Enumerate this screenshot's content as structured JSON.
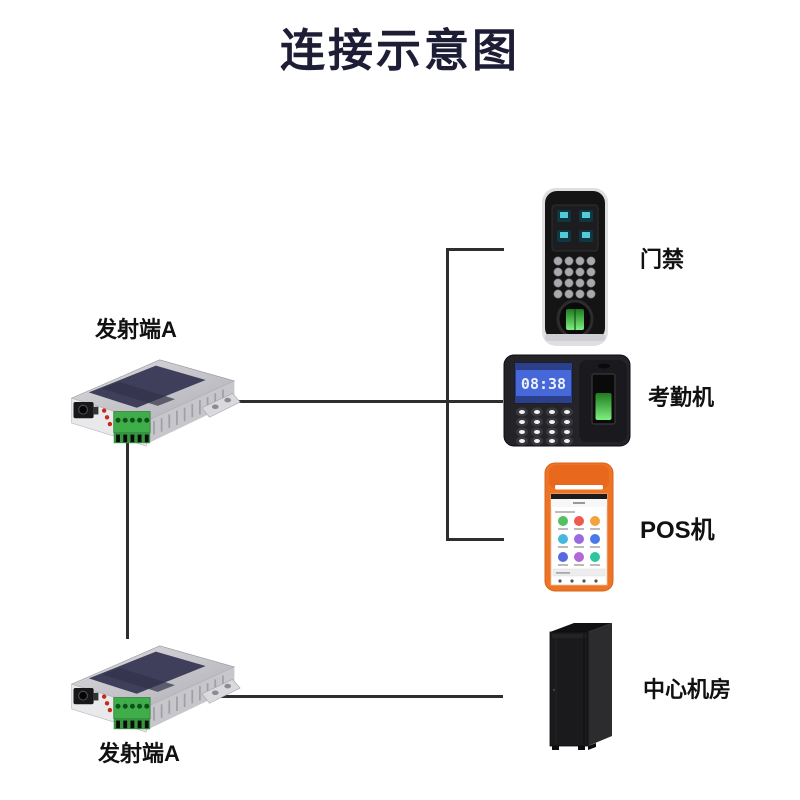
{
  "title": "连接示意图",
  "colors": {
    "background": "#ffffff",
    "title_text": "#1d1d35",
    "connector_line": "#2e2e2e",
    "label_text": "#111111",
    "transmitter_body_gray": "#d9d9dd",
    "transmitter_panel_navy": "#3f3f5b",
    "terminal_block_green": "#3fae4a",
    "led_red": "#c8291a",
    "attendance_screen_blue": "#4668d8",
    "fingerprint_green": "#6fe87e",
    "pos_body_orange": "#ed7325",
    "server_rack_black": "#1a1a1c"
  },
  "transmitters": [
    {
      "label": "发射端A",
      "position": "top-left",
      "type": "fiber-optic-transceiver"
    },
    {
      "label": "发射端A",
      "position": "bottom-left",
      "type": "fiber-optic-transceiver"
    }
  ],
  "devices": [
    {
      "label": "门禁",
      "type": "fingerprint-access-control"
    },
    {
      "label": "考勤机",
      "type": "attendance-machine",
      "screen_time": "08:38"
    },
    {
      "label": "POS机",
      "type": "handheld-pos-terminal"
    },
    {
      "label": "中心机房",
      "type": "server-rack-cabinet"
    }
  ],
  "connections": [
    "transmitter-top — access-control",
    "transmitter-top — attendance-machine",
    "transmitter-top — pos-terminal",
    "transmitter-top — transmitter-bottom",
    "transmitter-bottom — server-room"
  ]
}
